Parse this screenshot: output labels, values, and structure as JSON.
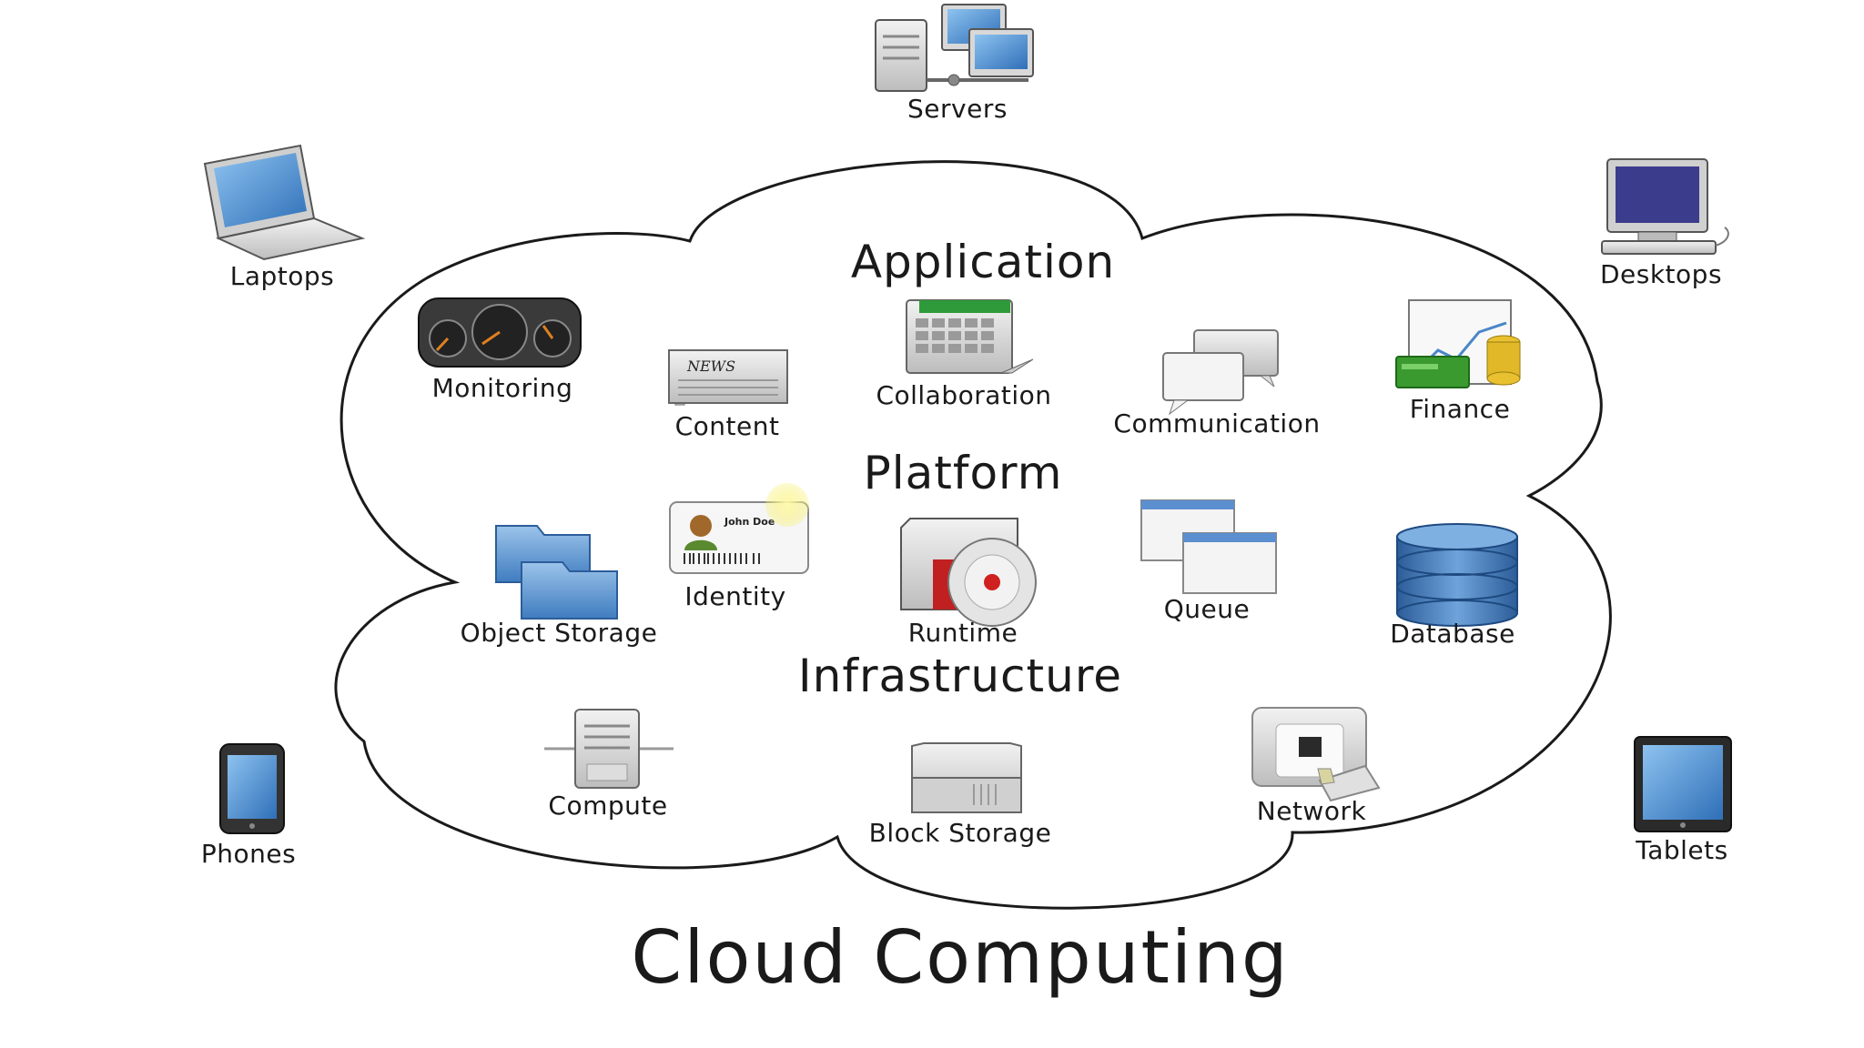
{
  "title": "Cloud Computing",
  "tiers": {
    "application": "Application",
    "platform": "Platform",
    "infrastructure": "Infrastructure"
  },
  "clients": {
    "servers": "Servers",
    "laptops": "Laptops",
    "desktops": "Desktops",
    "phones": "Phones",
    "tablets": "Tablets"
  },
  "application_items": {
    "monitoring": "Monitoring",
    "content": "Content",
    "collaboration": "Collaboration",
    "communication": "Communication",
    "finance": "Finance"
  },
  "platform_items": {
    "object_storage": "Object Storage",
    "identity": "Identity",
    "runtime": "Runtime",
    "queue": "Queue",
    "database": "Database"
  },
  "infrastructure_items": {
    "compute": "Compute",
    "block_storage": "Block Storage",
    "network": "Network"
  },
  "icon_text": {
    "news": "NEWS",
    "id_name": "John Doe"
  },
  "colors": {
    "outline": "#1a1a1a",
    "icon_blue": "#4a86c8",
    "icon_gray": "#c9c9c9",
    "highlight_yellow": "#f7ef6a"
  }
}
